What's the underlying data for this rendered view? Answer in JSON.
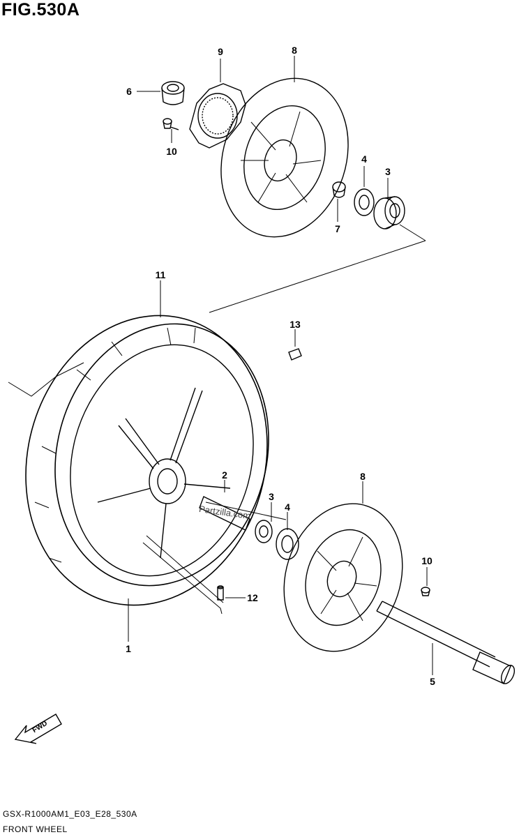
{
  "figure": {
    "title": "FIG.530A"
  },
  "callouts": [
    {
      "id": "c9",
      "label": "9"
    },
    {
      "id": "c8-top",
      "label": "8"
    },
    {
      "id": "c6",
      "label": "6"
    },
    {
      "id": "c10-top",
      "label": "10"
    },
    {
      "id": "c4-top",
      "label": "4"
    },
    {
      "id": "c3-top",
      "label": "3"
    },
    {
      "id": "c7",
      "label": "7"
    },
    {
      "id": "c11",
      "label": "11"
    },
    {
      "id": "c13",
      "label": "13"
    },
    {
      "id": "c2",
      "label": "2"
    },
    {
      "id": "c3-bottom",
      "label": "3"
    },
    {
      "id": "c4-bottom",
      "label": "4"
    },
    {
      "id": "c8-bottom",
      "label": "8"
    },
    {
      "id": "c10-bottom",
      "label": "10"
    },
    {
      "id": "c12",
      "label": "12"
    },
    {
      "id": "c1",
      "label": "1"
    },
    {
      "id": "c5",
      "label": "5"
    }
  ],
  "watermark": "Partzilla.com",
  "fwd_label": "FWD",
  "footer": {
    "code": "GSX-R1000AM1_E03_E28_530A",
    "name": "FRONT WHEEL"
  }
}
